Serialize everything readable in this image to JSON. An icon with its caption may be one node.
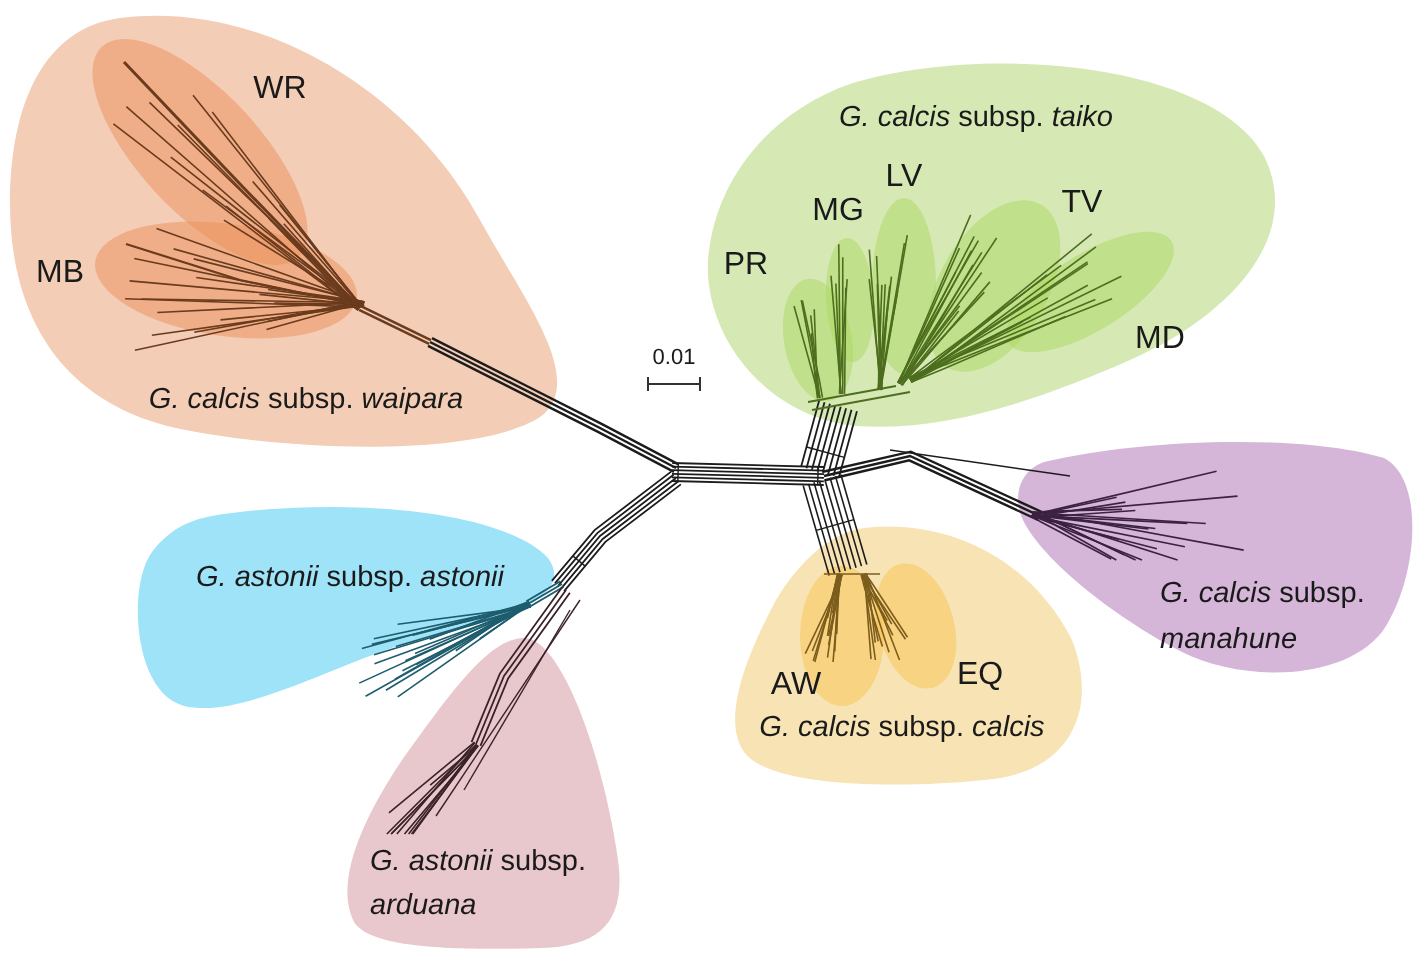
{
  "diagram": {
    "nodes": [
      {
        "text": [
          "*G. calcis* subsp. *waipara*"
        ]
      },
      {
        "text": [
          "WR"
        ],
        "in": 0
      },
      {
        "text": [
          "MB"
        ],
        "in": 0
      },
      {
        "text": [
          "*G. calcis* subsp. *taiko*"
        ]
      },
      {
        "text": [
          "PR"
        ],
        "in": 3
      },
      {
        "text": [
          "MG"
        ],
        "in": 3
      },
      {
        "text": [
          "LV"
        ],
        "in": 3
      },
      {
        "text": [
          "TV"
        ],
        "in": 3
      },
      {
        "text": [
          "MD"
        ],
        "in": 3
      },
      {
        "text": [
          "*G. astonii* subsp. *astonii*"
        ]
      },
      {
        "text": [
          "*G. calcis* subsp. *calcis*"
        ]
      },
      {
        "text": [
          "AW"
        ],
        "in": 10
      },
      {
        "text": [
          "EQ"
        ],
        "in": 10
      },
      {
        "text": [
          "*G. calcis* subsp. *manahune*"
        ]
      },
      {
        "text": [
          "*G. astonii* subsp. *arduana*"
        ]
      }
    ],
    "labels": [
      "0.01"
    ]
  }
}
